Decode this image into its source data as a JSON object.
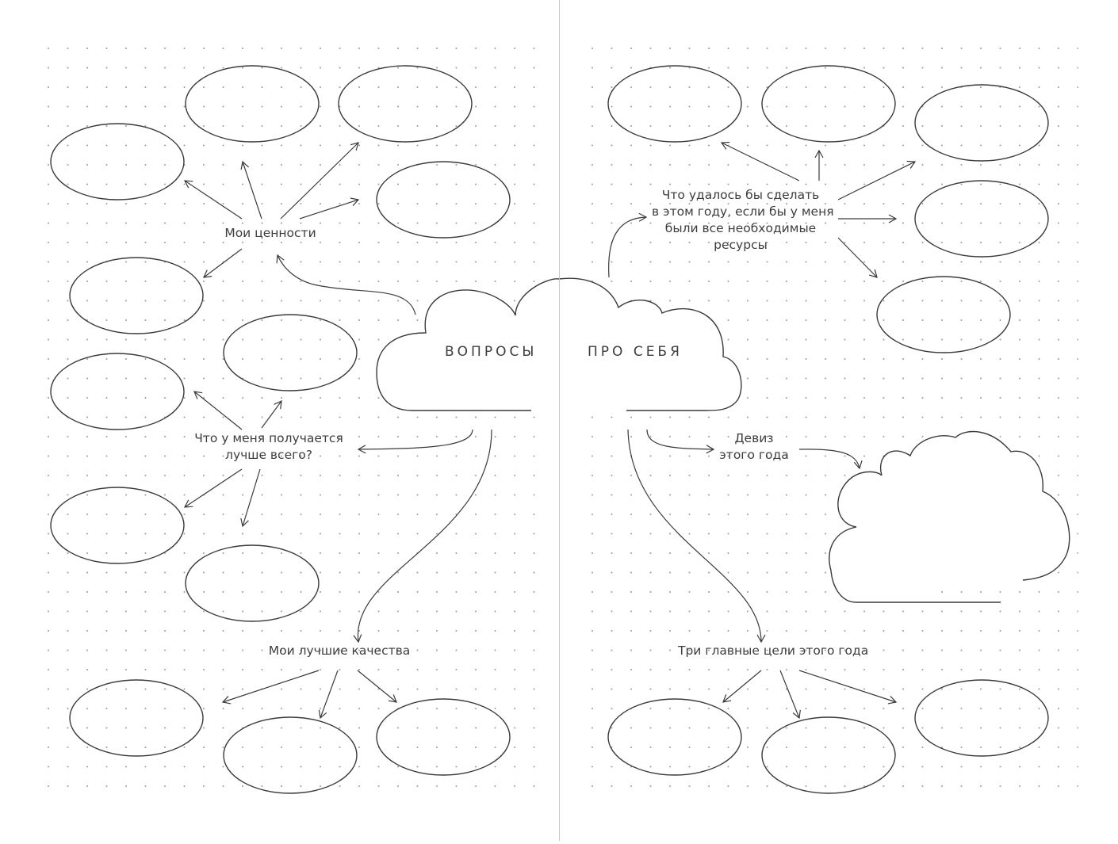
{
  "title": {
    "left": "ВОПРОСЫ",
    "right": "ПРО СЕБЯ"
  },
  "labels": {
    "values": "Мои ценности",
    "best_at": [
      "Что у меня получается",
      "лучше всего?"
    ],
    "qualities": "Мои лучшие качества",
    "resources": [
      "Что удалось бы сделать",
      "в этом году, если бы у меня",
      "были все необходимые",
      "ресурсы"
    ],
    "motto": [
      "Девиз",
      "этого года"
    ],
    "goals": "Три главные цели этого года"
  },
  "colors": {
    "ink": "#3a3a3a",
    "dots": "#9a9a9a",
    "spine": "#c8c8c8",
    "paper": "#ffffff"
  }
}
